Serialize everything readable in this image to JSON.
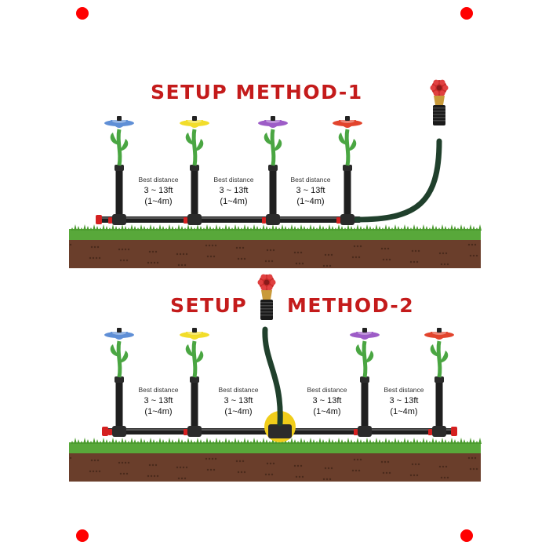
{
  "colors": {
    "corner_dot": "#ff0000",
    "title": "#c41b1b",
    "grass": "#58a83a",
    "soil": "#6a3e2b",
    "pipe": "#1f1f1f",
    "hose": "#20402c",
    "valve": "#d42020",
    "fitting": "#f0cd1a",
    "stem": "#4aa642"
  },
  "method1": {
    "title": "SETUP METHOD-1",
    "flower_colors": [
      "#5f8fd6",
      "#f2dd2a",
      "#9d5cc7",
      "#e2442d"
    ],
    "icons": [
      "flower-sprinkler-blue",
      "flower-sprinkler-yellow",
      "flower-sprinkler-purple",
      "flower-sprinkler-red",
      "faucet-icon"
    ],
    "distances": [
      {
        "label": "Best distance",
        "feet": "3 ~ 13ft",
        "meters": "(1~4m)"
      },
      {
        "label": "Best distance",
        "feet": "3 ~ 13ft",
        "meters": "(1~4m)"
      },
      {
        "label": "Best distance",
        "feet": "3 ~ 13ft",
        "meters": "(1~4m)"
      }
    ]
  },
  "method2": {
    "title_part1": "SETUP",
    "title_part2": "METHOD-2",
    "flower_colors": [
      "#5f8fd6",
      "#f2dd2a",
      "#9d5cc7",
      "#e2442d"
    ],
    "icons": [
      "flower-sprinkler-blue",
      "flower-sprinkler-yellow",
      "flower-sprinkler-purple",
      "flower-sprinkler-red",
      "faucet-icon",
      "tee-connector-icon"
    ],
    "distances": [
      {
        "label": "Best distance",
        "feet": "3 ~ 13ft",
        "meters": "(1~4m)"
      },
      {
        "label": "Best distance",
        "feet": "3 ~ 13ft",
        "meters": "(1~4m)"
      },
      {
        "label": "Best distance",
        "feet": "3 ~ 13ft",
        "meters": "(1~4m)"
      },
      {
        "label": "Best distance",
        "feet": "3 ~ 13ft",
        "meters": "(1~4m)"
      }
    ]
  }
}
